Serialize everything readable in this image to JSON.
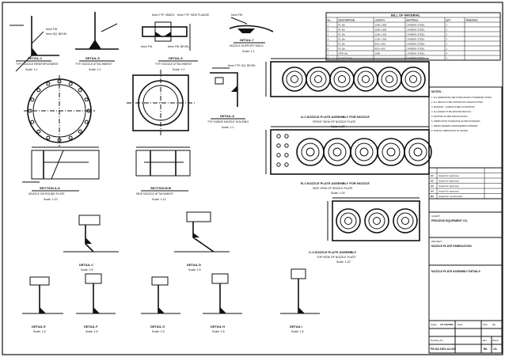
{
  "sheet": {
    "border_color": "#111111",
    "background": "#ffffff"
  },
  "details": {
    "detail4": {
      "title": "DETAIL-4",
      "subtitle": "TYP. NOZZLE REINFORCEMENT",
      "scale": "Scale: 1:1",
      "note_a": "6mm FW",
      "note_b": "6mm SQ. BEVEL"
    },
    "detail5": {
      "title": "DETAIL-5",
      "subtitle": "TYP. NOZZLE ATTACHMENT",
      "scale": "Scale: 1:1"
    },
    "detail6": {
      "title": "DETAIL-6",
      "subtitle": "TYP. NOZZLE ATTACHMENT",
      "scale": "Scale: 1:1",
      "note_a": "6mm TYP. 45DEG",
      "note_b": "6mm TYP. SIDE FLANGE",
      "note_c": "6mm FW",
      "note_d": "6mm FW. BEVEL"
    },
    "detail7": {
      "title": "DETAIL-7",
      "subtitle": "NOZZLE SUPPORT WELD",
      "scale": "Scale: 1:1",
      "note_a": "6mm FW"
    },
    "detail8": {
      "title": "DETAIL-8",
      "subtitle": "TYP. INSIDE NOZZLE HOUSING",
      "scale": "Scale: 1:1",
      "note_a": "6mm TYP. SQ. BEVEL"
    }
  },
  "bom": {
    "title": "BILL OF MATERIAL",
    "headers": [
      "No.",
      "DESCRIPTION",
      "LENGTH",
      "MATERIAL",
      "QTY",
      "REMARKS"
    ],
    "rows": [
      [
        "1",
        "PL 6th",
        "1500 x 800",
        "CARBON STEEL",
        "1",
        ""
      ],
      [
        "2",
        "PL 6th",
        "1500 x 800",
        "CARBON STEEL",
        "1",
        ""
      ],
      [
        "3",
        "PL 6th",
        "1200 x 600",
        "CARBON STEEL",
        "2",
        ""
      ],
      [
        "4",
        "PL 6th",
        "1200 x 600",
        "CARBON STEEL",
        "2",
        ""
      ],
      [
        "5",
        "PL 6th",
        "900 x 400",
        "CARBON STEEL",
        "1",
        ""
      ],
      [
        "6",
        "PL 6th",
        "900 x 400",
        "CARBON STEEL",
        "1",
        ""
      ],
      [
        "7",
        "PIPE 6th",
        "1000",
        "CARBON STEEL",
        "4",
        ""
      ],
      [
        "8",
        "FLANGE 6th",
        "-",
        "CARBON STEEL",
        "4",
        ""
      ]
    ]
  },
  "sections": {
    "a": {
      "title": "SECTION A-A",
      "subtitle": "NOZZLE ON ROUND PLATE",
      "scale": "Scale: 1:10"
    },
    "b": {
      "title": "SECTION B-B",
      "subtitle": "SIDE NOZZLE ATTACHMENT",
      "scale": "Scale: 1:10"
    },
    "c": {
      "title": "DETAIL C",
      "scale": "Scale: 1:5"
    },
    "d": {
      "title": "DETAIL D",
      "scale": "Scale: 1:5"
    },
    "e": {
      "title": "DETAIL E",
      "scale": "Scale: 1:5"
    },
    "f": {
      "title": "DETAIL F",
      "scale": "Scale: 1:5"
    },
    "g": {
      "title": "DETAIL G",
      "scale": "Scale: 1:5"
    },
    "h": {
      "title": "DETAIL H",
      "scale": "Scale: 1:5"
    },
    "i": {
      "title": "DETAIL I",
      "scale": "Scale: 1:5"
    }
  },
  "plates": {
    "top": {
      "title": "A-1 NOZZLE PLATE ASSEMBLY FOR NOZZLE",
      "subtitle": "FRONT VIEW OF NOZZLE PLATE",
      "scale": "Scale: 1:20"
    },
    "mid": {
      "title": "B-1 NOZZLE PLATE ASSEMBLY FOR NOZZLE",
      "subtitle": "SIDE VIEW OF NOZZLE PLATE",
      "scale": "Scale: 1:20"
    },
    "low": {
      "title": "C-1 NOZZLE PLATE ASSEMBLY",
      "subtitle": "TOP VIEW OF NOZZLE PLATE",
      "scale": "Scale: 1:20"
    }
  },
  "notes": {
    "title": "NOTES :",
    "items": [
      "1. ALL DIMENSIONS ARE IN MM UNLESS OTHERWISE NOTED.",
      "2. ALL WELDS TO BE CONTINUOUS UNLESS NOTED.",
      "3. MATERIAL : CARBON STEEL AS PER BOM.",
      "4. ALL EDGES TO BE GROUND SMOOTH.",
      "5. PAINTING AS PER SPECIFICATION.",
      "6. FABRICATION TOLERANCE AS PER STANDARD.",
      "7. REFER GENERAL ARRANGEMENT DRAWING.",
      "8. NOZZLE ORIENTATION AS SHOWN."
    ]
  },
  "revisions": {
    "rows": [
      [
        "A1",
        "Issued for approval"
      ],
      [
        "A2",
        "Issued for approval"
      ],
      [
        "A3",
        "Issued for approval"
      ],
      [
        "A4",
        "Issued for approval"
      ],
      [
        "B0",
        "Issued for construction"
      ]
    ]
  },
  "title_block": {
    "client_label": "CLIENT",
    "client": "PROCESS EQUIPMENT CO.",
    "project_label": "PROJECT",
    "project": "NOZZLE PLATE FABRICATION",
    "drawing_title": "NOZZLE PLATE ASSEMBLY DETAILS",
    "scale_label": "Scale",
    "scale_value": "AS SHOWN",
    "date_label": "Date",
    "size_label": "Size",
    "size_value": "A1",
    "dwg_no_label": "Drawing No.",
    "dwg_no": "PE-NZ-2001-A1-002",
    "rev_label": "Rev",
    "rev": "B0",
    "sheet_label": "Sheet",
    "sheet": "1/1"
  }
}
